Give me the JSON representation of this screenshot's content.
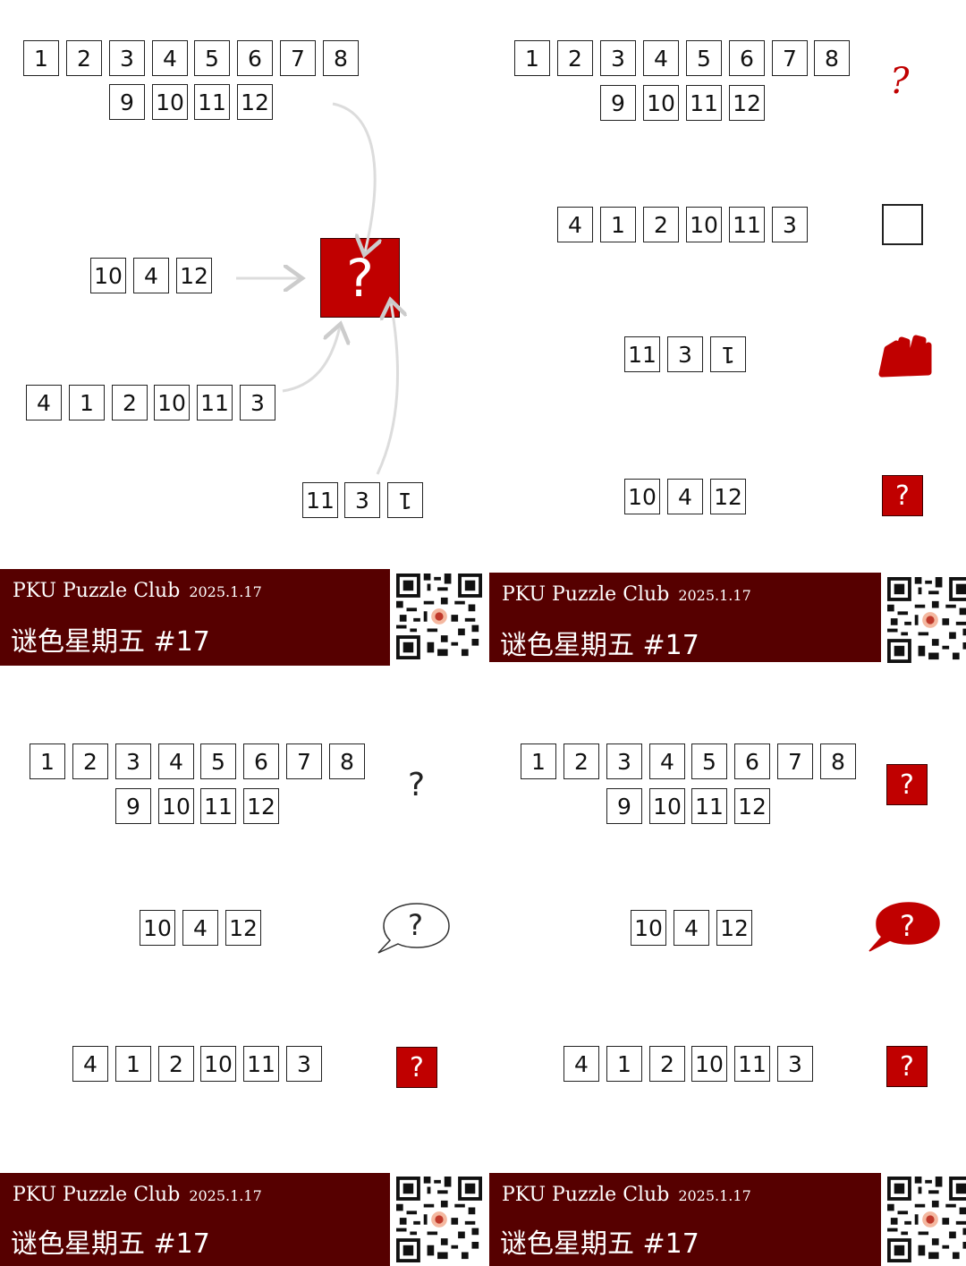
{
  "panels": [
    {
      "rows": {
        "top1": [
          "1",
          "2",
          "3",
          "4",
          "5",
          "6",
          "7",
          "8"
        ],
        "top2": [
          "9",
          "10",
          "11",
          "12"
        ],
        "r1": [
          "10",
          "4",
          "12"
        ],
        "r2": [
          "4",
          "1",
          "2",
          "10",
          "11",
          "3"
        ],
        "r3": [
          "11",
          "3",
          "1"
        ]
      },
      "center_symbol": "?"
    },
    {
      "rows": {
        "top1": [
          "1",
          "2",
          "3",
          "4",
          "5",
          "6",
          "7",
          "8"
        ],
        "top2": [
          "9",
          "10",
          "11",
          "12"
        ],
        "r1": [
          "4",
          "1",
          "2",
          "10",
          "11",
          "3"
        ],
        "r2": [
          "11",
          "3",
          "1"
        ],
        "r3": [
          "10",
          "4",
          "12"
        ]
      },
      "symbols": [
        "?",
        "",
        "",
        "?"
      ]
    },
    {
      "rows": {
        "top1": [
          "1",
          "2",
          "3",
          "4",
          "5",
          "6",
          "7",
          "8"
        ],
        "top2": [
          "9",
          "10",
          "11",
          "12"
        ],
        "r1": [
          "10",
          "4",
          "12"
        ],
        "r2": [
          "4",
          "1",
          "2",
          "10",
          "11",
          "3"
        ]
      },
      "symbols": [
        "?",
        "?",
        "?"
      ]
    },
    {
      "rows": {
        "top1": [
          "1",
          "2",
          "3",
          "4",
          "5",
          "6",
          "7",
          "8"
        ],
        "top2": [
          "9",
          "10",
          "11",
          "12"
        ],
        "r1": [
          "10",
          "4",
          "12"
        ],
        "r2": [
          "4",
          "1",
          "2",
          "10",
          "11",
          "3"
        ]
      },
      "symbols": [
        "?",
        "?",
        "?"
      ]
    }
  ],
  "banner": {
    "club": "PKU Puzzle Club",
    "date": "2025.1.17",
    "title": "谜色星期五 #17"
  },
  "colors": {
    "accent_red": "#c00000",
    "banner_bg": "#560000"
  }
}
